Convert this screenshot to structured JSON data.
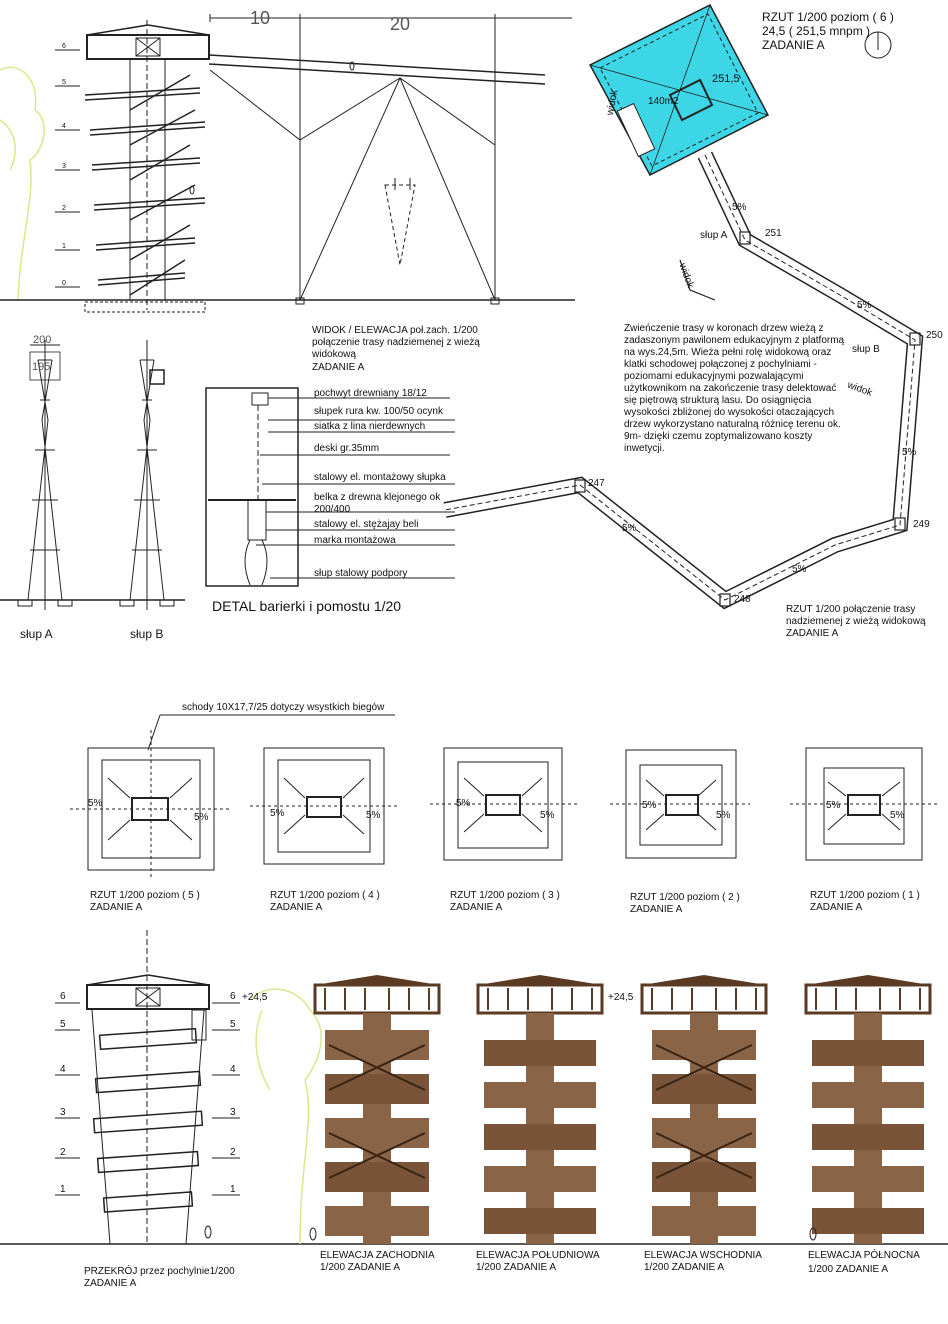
{
  "elevation_view": {
    "dim_10": "10",
    "dim_20": "20",
    "title": "WIDOK / ELEWACJA poł.zach.  1/200",
    "subtitle": "połączenie trasy nadziemenej z wieżą widokową",
    "task": "ZADANIE A",
    "levels": [
      "6",
      "5",
      "4",
      "3",
      "2",
      "1",
      "0"
    ]
  },
  "plan_level6": {
    "title": "RZUT 1/200 poziom ( 6 )",
    "elevation": "24,5  ( 251,5 mnpm )",
    "task": "ZADANIE A",
    "spot_elev": "251,5",
    "area": "140m2",
    "view_label": "widok"
  },
  "route_plan": {
    "labels": {
      "slup_a": "słup A",
      "slup_b": "słup B",
      "widok_1": "widok",
      "widok_2": "widok"
    },
    "spot_heights": [
      "251",
      "250",
      "249",
      "248",
      "247"
    ],
    "slopes": [
      "5%",
      "5%",
      "5%",
      "5%",
      "5%"
    ],
    "title": "RZUT  1/200  połączenie trasy",
    "subtitle": "nadziemenej z wieżą widokową",
    "task": "ZADANIE A"
  },
  "description": "Zwieńczenie trasy w koronach drzew wieżą z zadaszonym pawilonem edukacyjnym z platformą na wys.24,5m. Wieża pełni rolę widokową oraz klatki schodowej połączonej z pochylniami - poziomami edukacyjnymi pozwalającymi użytkownikom na zakończenie trasy delektować się piętrową strukturą lasu. Do osiągnięcia wysokości zbliżonej do wysokości otaczających drzew wykorzystano naturalną różnicę terenu ok. 9m- dzięki czemu zoptymalizowano koszty inwetycji.",
  "columns": {
    "dim_200": "200",
    "dim_195": "195",
    "slup_a": "słup A",
    "slup_b": "słup B"
  },
  "detail": {
    "title": "DETAL barierki i pomostu 1/20",
    "labels": [
      "pochwyt drewniany 18/12",
      "słupek rura kw. 100/50  ocynk",
      "siatka z lina nierdewnych",
      "deski gr.35mm",
      "stalowy el. montażowy słupka",
      "belka z drewna klejonego ok 200/400",
      "stalowy el. stężajay beli",
      "marka montażowa",
      "słup stalowy podpory"
    ]
  },
  "stairs_note": "schody 10X17,7/25 dotyczy wsystkich biegów",
  "level_plans": [
    {
      "title": "RZUT 1/200 poziom ( 5 )",
      "task": "ZADANIE A",
      "slope_l": "5%",
      "slope_r": "5%"
    },
    {
      "title": "RZUT 1/200 poziom ( 4 )",
      "task": "ZADANIE A",
      "slope_l": "5%",
      "slope_r": "5%"
    },
    {
      "title": "RZUT 1/200 poziom ( 3 )",
      "task": "ZADANIE A",
      "slope_l": "5%",
      "slope_r": "5%"
    },
    {
      "title": "RZUT 1/200 poziom ( 2 )",
      "task": "ZADANIE A",
      "slope_l": "5%",
      "slope_r": "5%"
    },
    {
      "title": "RZUT 1/200 poziom ( 1 )",
      "task": "ZADANIE A",
      "slope_l": "5%",
      "slope_r": "5%"
    }
  ],
  "section": {
    "title": "PRZEKRÓJ przez pochylnie1/200",
    "task": "ZADANIE A",
    "top_elev": "+24,5",
    "levels": [
      "6",
      "5",
      "4",
      "3",
      "2",
      "1"
    ]
  },
  "elevations": [
    {
      "title": "ELEWACJA ZACHODNIA",
      "scale": "1/200 ZADANIE A"
    },
    {
      "title": "ELEWACJA POŁUDNIOWA",
      "scale": "1/200 ZADANIE A"
    },
    {
      "title": "ELEWACJA WSCHODNIA",
      "scale": "1/200 ZADANIE A"
    },
    {
      "title": "ELEWACJA PÓŁNOCNA",
      "scale": "1/200 ZADANIE A"
    }
  ],
  "elev_marker": "+24,5",
  "colors": {
    "line": "#222222",
    "cyan_fill": "#3cd6e6",
    "timber_dark": "#5a3a22",
    "timber_mid": "#8a6446",
    "tree_green": "#d8e88a"
  }
}
